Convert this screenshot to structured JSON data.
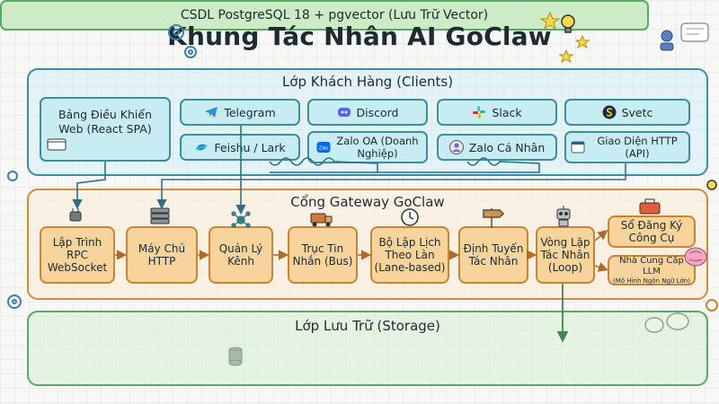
{
  "title": "Khung Tác Nhân AI GoClaw",
  "clients_layer": {
    "title": "Lớp Khách Hàng (Clients)",
    "dashboard": "Bảng Điều Khiển Web (React SPA)",
    "items": [
      {
        "label": "Telegram"
      },
      {
        "label": "Discord"
      },
      {
        "label": "Slack"
      },
      {
        "label": "Svetc"
      },
      {
        "label": "Feishu / Lark"
      },
      {
        "label": "Zalo OA (Doanh Nghiệp)"
      },
      {
        "label": "Zalo Cá Nhân"
      },
      {
        "label": "Giao Diện HTTP (API)"
      }
    ]
  },
  "gateway_layer": {
    "title": "Cổng Gateway GoClaw",
    "items": [
      {
        "label": "Lập Trình RPC WebSocket"
      },
      {
        "label": "Máy Chủ HTTP"
      },
      {
        "label": "Quản Lý Kênh"
      },
      {
        "label": "Trục Tin Nhắn (Bus)"
      },
      {
        "label": "Bộ Lập Lịch Theo Làn (Lane-based)"
      },
      {
        "label": "Định Tuyến Tác Nhân"
      },
      {
        "label": "Vòng Lặp Tác Nhân (Loop)"
      }
    ],
    "tool_registry": "Sổ Đăng Ký Công Cụ",
    "llm_provider": "Nhà Cung Cấp LLM",
    "llm_provider_sub": "(Mô Hình Ngôn Ngữ Lớn)"
  },
  "storage_layer": {
    "title": "Lớp Lưu Trữ (Storage)",
    "db": "CSDL PostgreSQL 18 + pgvector (Lưu Trữ Vector)"
  },
  "colors": {
    "client_border": "#3a8ea0",
    "client_fill": "#c7ecf2",
    "gateway_border": "#c98334",
    "gateway_fill": "#f6d49c",
    "storage_border": "#5aa767",
    "storage_fill": "#cdebc4"
  }
}
